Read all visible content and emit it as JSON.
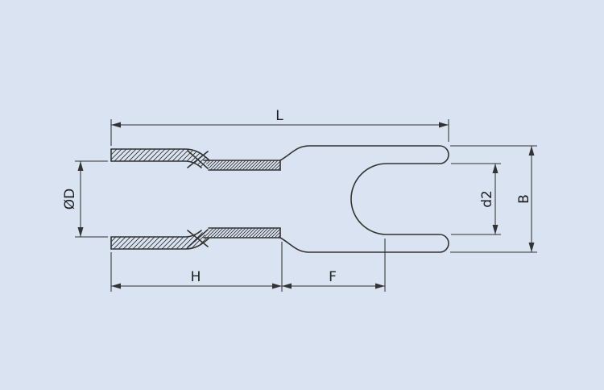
{
  "page": {
    "background": "#d9e3f1",
    "line_color": "#333333",
    "text_color": "#1f1f1f"
  },
  "diagram": {
    "type": "engineering-dimension-drawing",
    "subject": "insulated-spade-fork-terminal"
  },
  "labels": {
    "length_total": "L",
    "diameter": "ØD",
    "barrel_length": "H",
    "fork_length": "F",
    "slot_width": "d2",
    "fork_width": "B"
  }
}
